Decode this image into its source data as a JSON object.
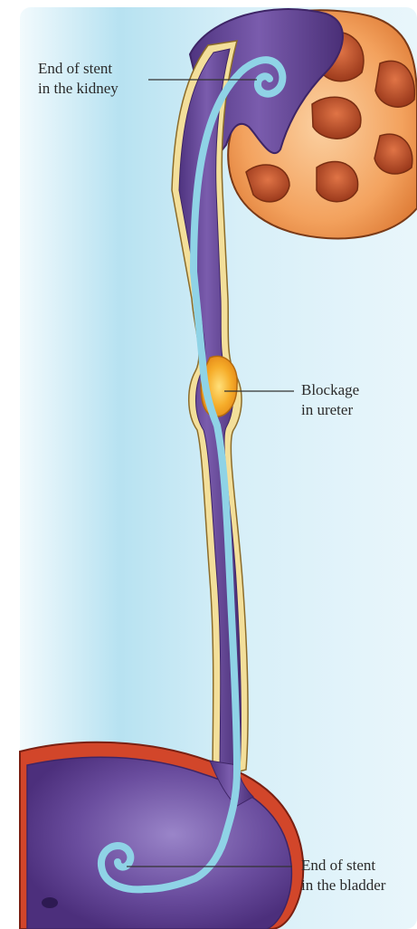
{
  "labels": {
    "kidney": {
      "line1": "End of stent",
      "line2": "in the kidney"
    },
    "blockage": {
      "line1": "Blockage",
      "line2": "in ureter"
    },
    "bladder": {
      "line1": "End of stent",
      "line2": "in the bladder"
    }
  },
  "colors": {
    "background_light": "#e6f5fa",
    "background_blue": "#b9e3f2",
    "ureter_purple": "#6a4a9c",
    "ureter_purple_dark": "#4d3078",
    "ureter_wall": "#f3df9a",
    "stent": "#8fd3e6",
    "kidney_orange": "#f2a25c",
    "kidney_dark": "#b5532a",
    "bladder_red": "#d2462a",
    "blockage": "#f7b22e",
    "leader_line": "#333333"
  }
}
